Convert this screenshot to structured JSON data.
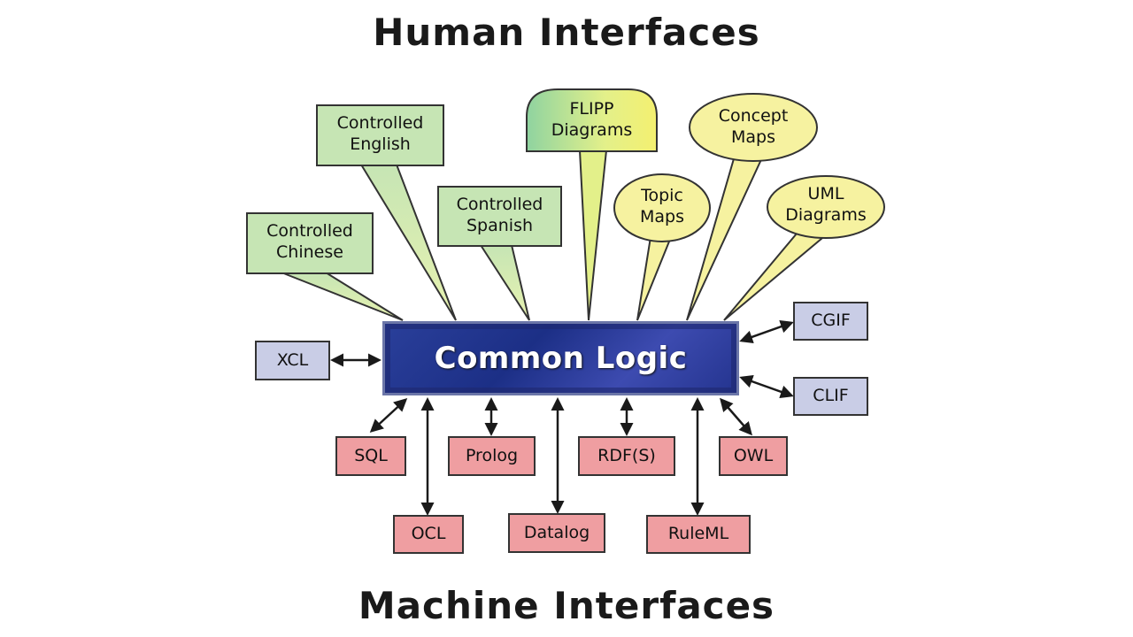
{
  "titles": {
    "top": "Human Interfaces",
    "bottom": "Machine Interfaces"
  },
  "core": {
    "label": "Common Logic"
  },
  "human_interfaces": {
    "controlled_english": "Controlled\nEnglish",
    "controlled_chinese": "Controlled\nChinese",
    "controlled_spanish": "Controlled\nSpanish",
    "flipp_diagrams": "FLIPP\nDiagrams",
    "concept_maps": "Concept\nMaps",
    "topic_maps": "Topic\nMaps",
    "uml_diagrams": "UML\nDiagrams"
  },
  "side_interfaces": {
    "xcl": "XCL",
    "cgif": "CGIF",
    "clif": "CLIF"
  },
  "machine_interfaces": {
    "sql": "SQL",
    "prolog": "Prolog",
    "rdfs": "RDF(S)",
    "owl": "OWL",
    "ocl": "OCL",
    "datalog": "Datalog",
    "ruleml": "RuleML"
  },
  "colors": {
    "green_box": "#c6e5b4",
    "yellow_bubble": "#f6f2a0",
    "lavender_box": "#c9cde6",
    "pink_box": "#ef9ea1",
    "core_blue": "#1c2f86"
  }
}
